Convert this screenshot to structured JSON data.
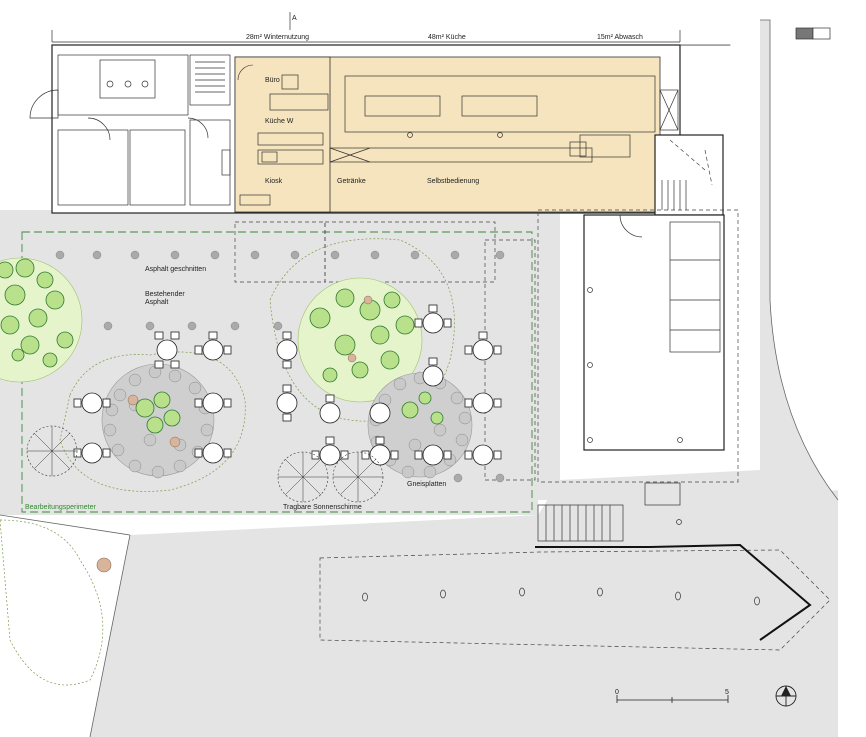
{
  "labels": {
    "section_marker": "A",
    "area_winter": "28m² Winternutzung",
    "area_kitchen": "48m² Küche",
    "area_wash": "15m² Abwasch",
    "room_office": "Büro",
    "room_kitchen_w": "Küche W",
    "room_kiosk": "Kiosk",
    "room_drinks": "Getränke",
    "room_selfservice": "Selbstbedienung",
    "asphalt_cut": "Asphalt geschnitten",
    "existing_asphalt_1": "Bestehender",
    "existing_asphalt_2": "Asphalt",
    "gneiss_plates": "Gneisplatten",
    "umbrellas": "Tragbare Sonnenschirme",
    "perimeter": "Bearbeitungsperimeter",
    "scale_zero": "0",
    "scale_five": "5"
  },
  "colors": {
    "kitchen_fill": "#f5e4bd",
    "ground": "#e4e4e4",
    "tree": "#b9e08a",
    "perimeter_line": "#3a8a3a",
    "stone": "#c9c9c9"
  },
  "icons": [
    "north-arrow-icon",
    "scale-bar-icon",
    "legend-swatch-icon"
  ]
}
